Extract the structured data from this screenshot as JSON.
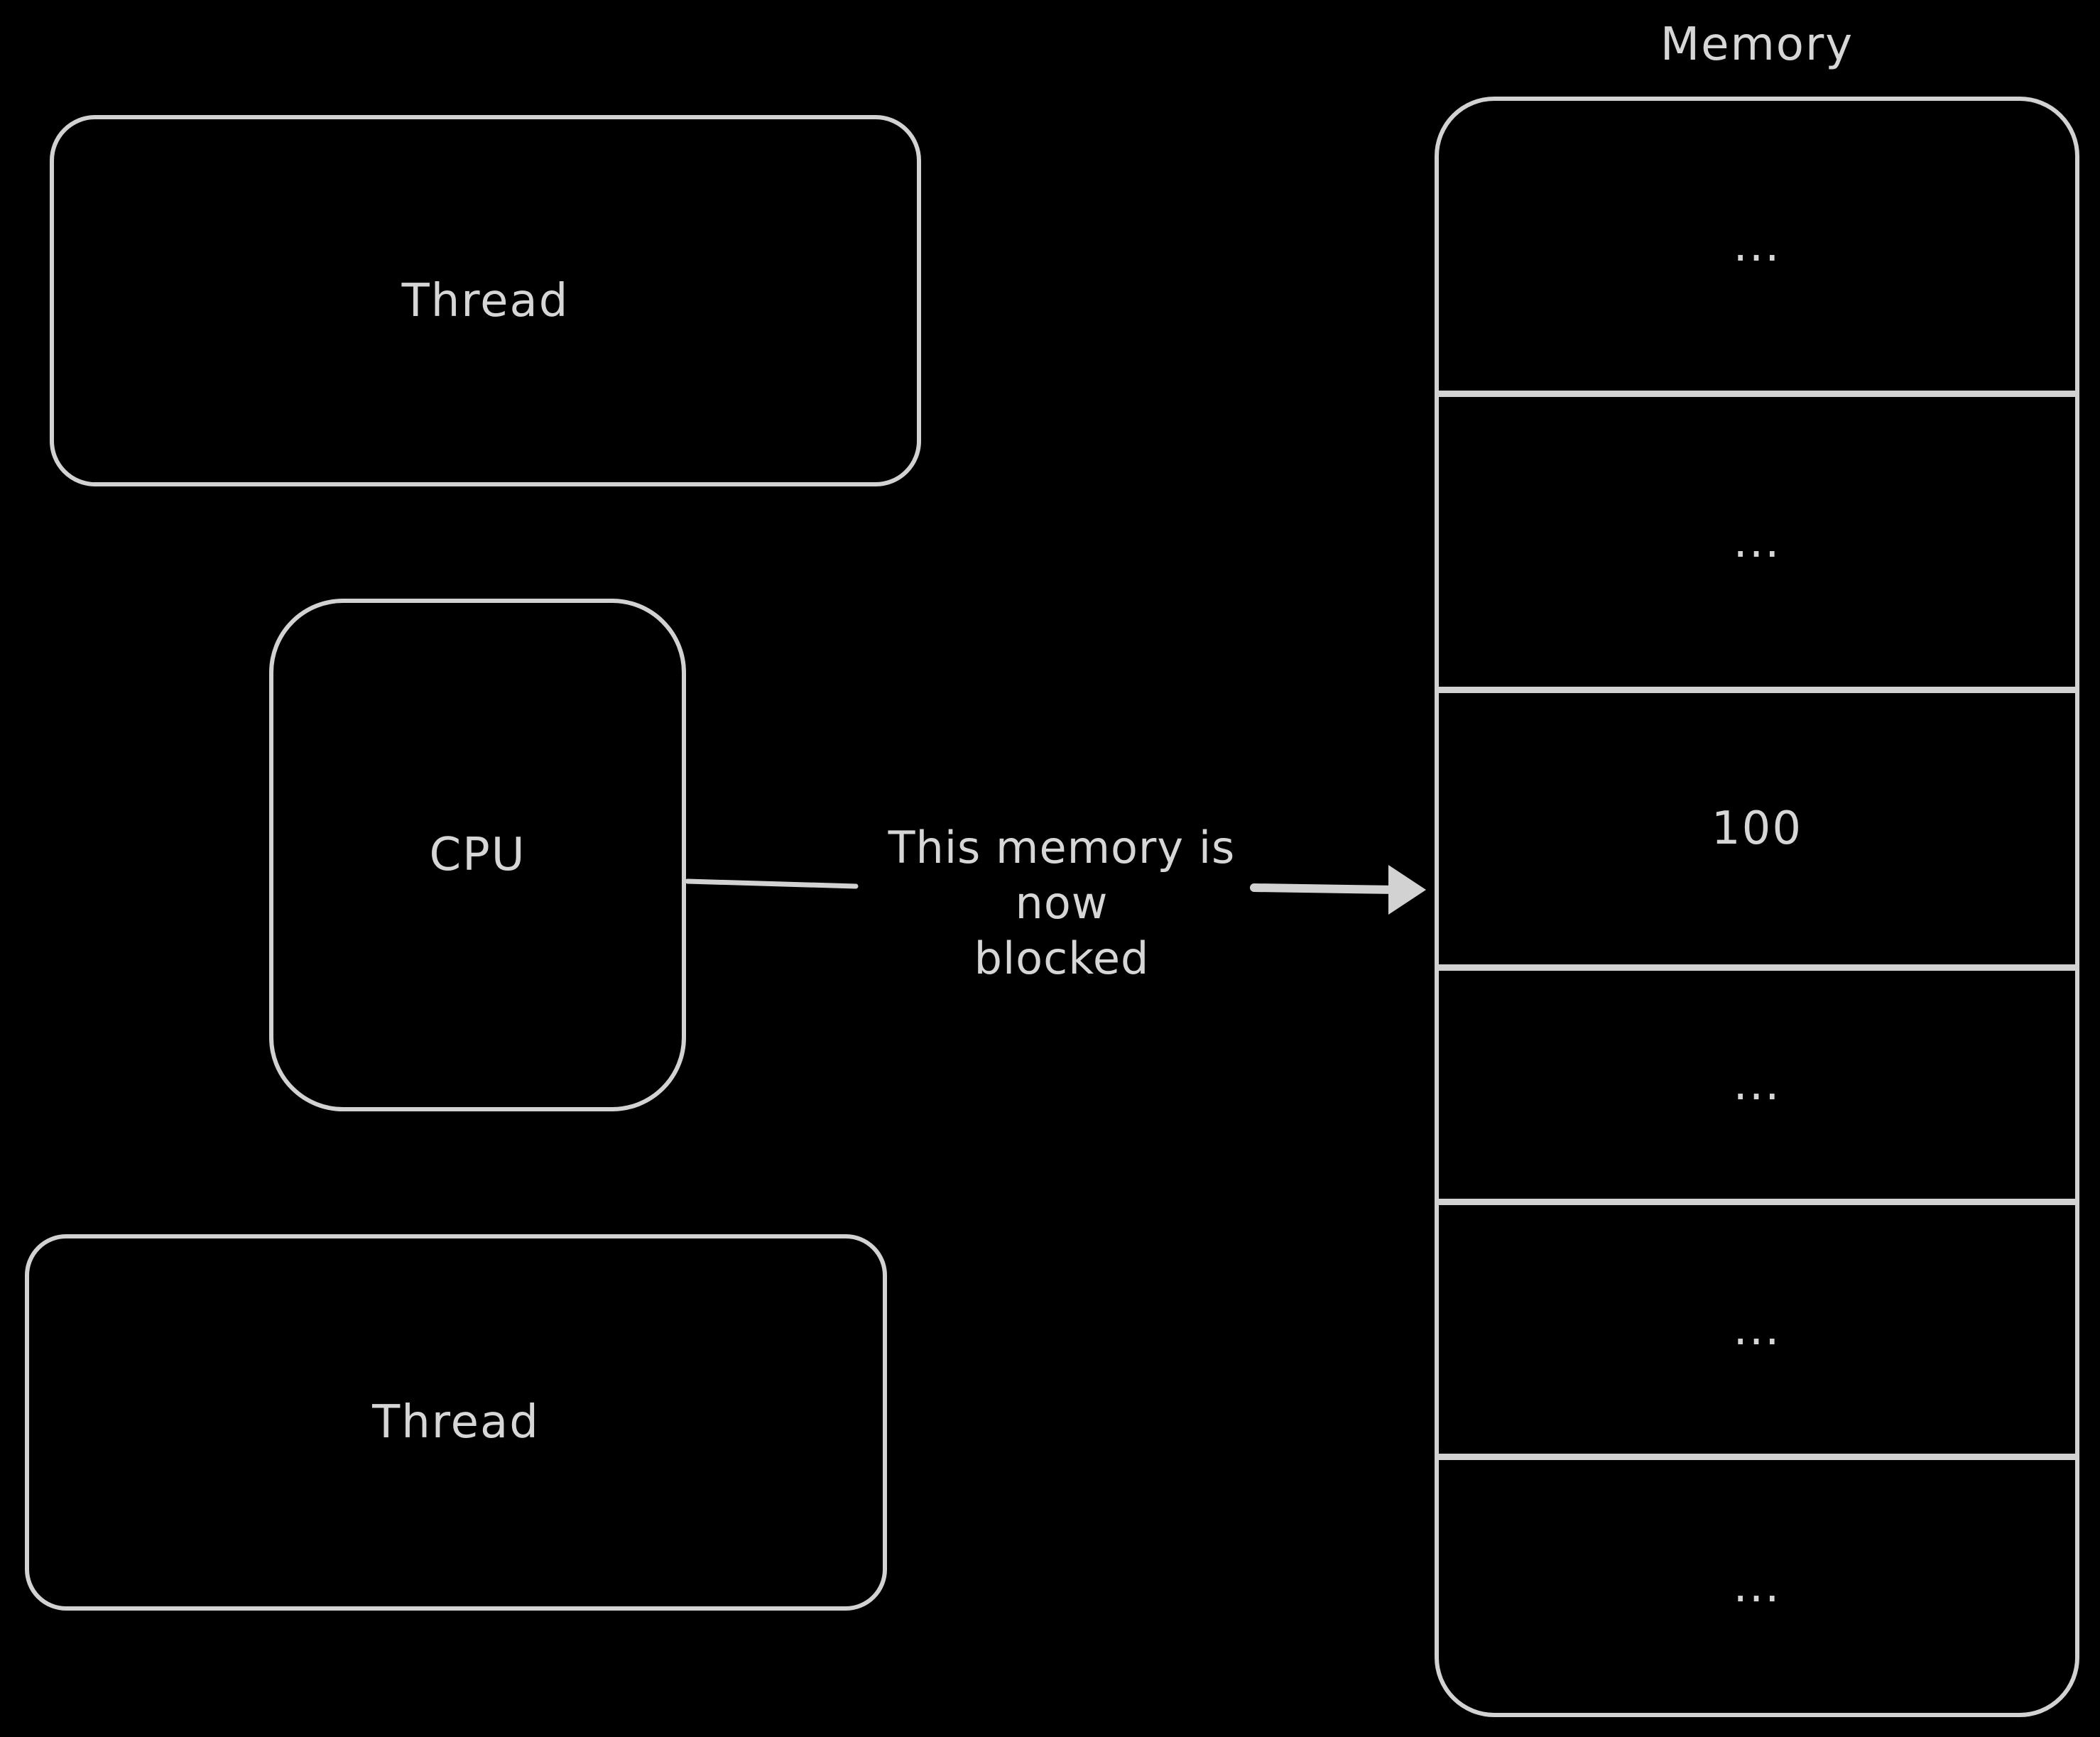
{
  "canvas": {
    "background_color": "#000000",
    "stroke_color": "#d2d2d2",
    "text_color": "#d6d6d6"
  },
  "boxes": {
    "thread_top": {
      "label": "Thread"
    },
    "cpu": {
      "label": "CPU"
    },
    "thread_bottom": {
      "label": "Thread"
    }
  },
  "memory": {
    "title": "Memory",
    "cells": [
      {
        "value": "..."
      },
      {
        "value": "..."
      },
      {
        "value": "100"
      },
      {
        "value": "..."
      },
      {
        "value": "..."
      },
      {
        "value": "..."
      }
    ]
  },
  "annotation": {
    "line1": "This memory is now",
    "line2": "blocked"
  }
}
